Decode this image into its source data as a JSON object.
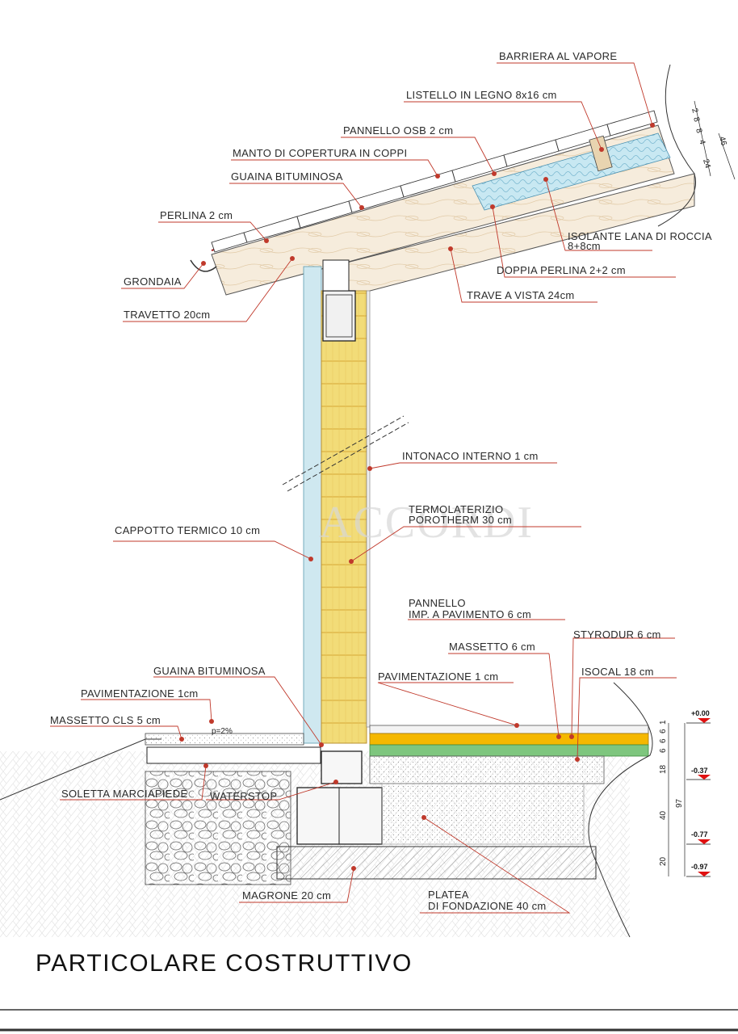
{
  "title": "PARTICOLARE COSTRUTTIVO",
  "watermark": "ACCORDI",
  "labels": {
    "barriera": "BARRIERA AL VAPORE",
    "listello": "LISTELLO IN LEGNO 8x16 cm",
    "osb": "PANNELLO OSB 2 cm",
    "manto": "MANTO DI COPERTURA IN COPPI",
    "guaina_roof": "GUAINA BITUMINOSA",
    "perlina": "PERLINA 2 cm",
    "isolante_1": "ISOLANTE LANA DI ROCCIA",
    "isolante_2": "8+8cm",
    "grondaia": "GRONDAIA",
    "doppia_perlina": "DOPPIA PERLINA 2+2 cm",
    "travetto": "TRAVETTO 20cm",
    "trave": "TRAVE A VISTA 24cm",
    "intonaco": "INTONACO INTERNO 1 cm",
    "termo_1": "TERMOLATERIZIO",
    "termo_2": "POROTHERM 30 cm",
    "cappotto": "CAPPOTTO TERMICO 10 cm",
    "pannello_1": "PANNELLO",
    "pannello_2": "IMP. A PAVIMENTO 6 cm",
    "styrodur": "STYRODUR 6 cm",
    "massetto6": "MASSETTO 6 cm",
    "guaina_base": "GUAINA BITUMINOSA",
    "isocal": "ISOCAL 18 cm",
    "pav1cm": "PAVIMENTAZIONE 1 cm",
    "pav_ext": "PAVIMENTAZIONE 1cm",
    "massetto_cls": "MASSETTO CLS 5 cm",
    "slope": "p=2%",
    "soletta": "SOLETTA MARCIAPIEDE",
    "waterstop": "WATERSTOP",
    "magrone": "MAGRONE 20 cm",
    "platea_1": "PLATEA",
    "platea_2": "DI FONDAZIONE 40 cm"
  },
  "roof_dims": [
    "2",
    "8",
    "8",
    "4",
    "24",
    "46"
  ],
  "floor_dims": [
    "1",
    "6",
    "6",
    "6",
    "18",
    "40",
    "20",
    "97"
  ],
  "levels": [
    "+0.00",
    "-0.37",
    "-0.77",
    "-0.97"
  ],
  "colors": {
    "brick": "#f2dc78",
    "insulation": "#bfe4f0",
    "wood": "#f4e9d8",
    "leader": "#c0392b",
    "styrodur": "#f5b800",
    "isocal": "#7ec67e"
  }
}
